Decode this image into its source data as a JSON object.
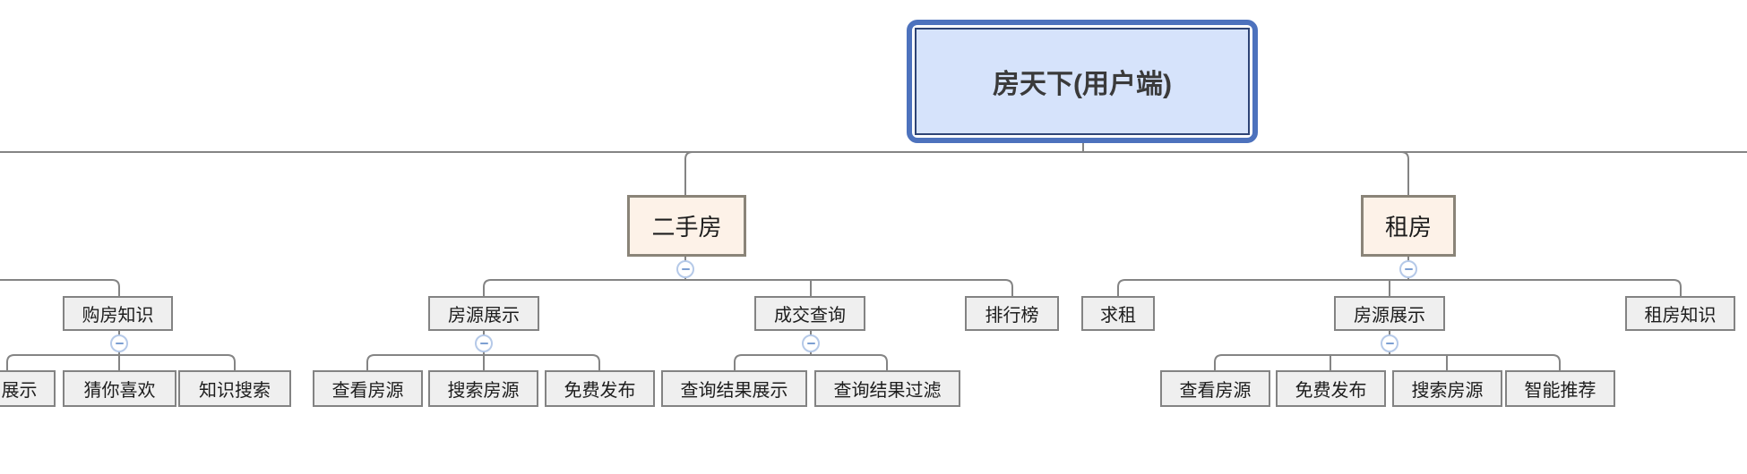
{
  "tree": {
    "root": {
      "label": "房天下(用户端)"
    },
    "branches": [
      {
        "label": "二手房",
        "children": [
          {
            "label": "房源展示",
            "children": [
              {
                "label": "查看房源"
              },
              {
                "label": "搜索房源"
              },
              {
                "label": "免费发布"
              }
            ]
          },
          {
            "label": "成交查询",
            "children": [
              {
                "label": "查询结果展示"
              },
              {
                "label": "查询结果过滤"
              }
            ]
          },
          {
            "label": "排行榜",
            "children": []
          }
        ]
      },
      {
        "label": "租房",
        "children": [
          {
            "label": "求租",
            "children": []
          },
          {
            "label": "房源展示",
            "children": [
              {
                "label": "查看房源"
              },
              {
                "label": "免费发布"
              },
              {
                "label": "搜索房源"
              },
              {
                "label": "智能推荐"
              }
            ]
          },
          {
            "label": "租房知识",
            "children": []
          }
        ]
      }
    ],
    "offscreen": {
      "children": [
        {
          "label": "购房知识",
          "children": [
            {
              "label": "展示"
            },
            {
              "label": "猜你喜欢"
            },
            {
              "label": "知识搜索"
            }
          ]
        }
      ]
    }
  },
  "icons": {
    "collapse_button": "minus-icon"
  },
  "colors": {
    "root_fill": "#d6e3fb",
    "root_outer_border": "#4d72bd",
    "root_inner_border": "#2e4476",
    "branch_fill": "#fdf2e8",
    "branch_border": "#8a8478",
    "node_fill": "#efefef",
    "node_border": "#838383",
    "connector_line": "#848484",
    "collapse_border": "#b5c9e8",
    "collapse_glyph": "#7d9fd2"
  }
}
